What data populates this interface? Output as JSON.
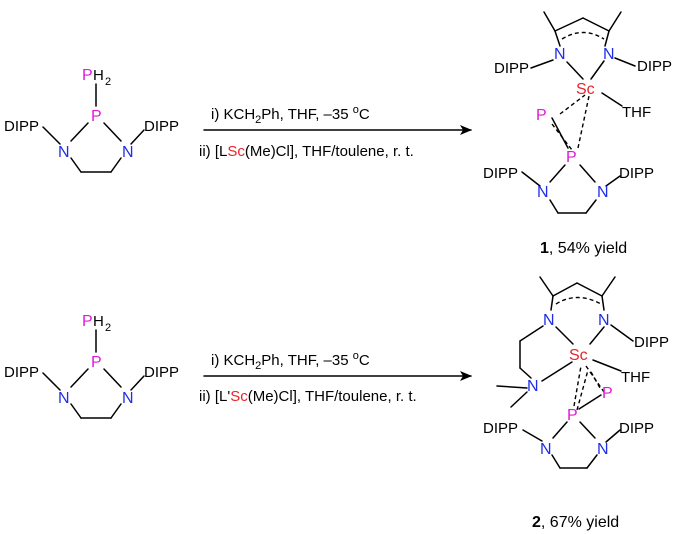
{
  "colors": {
    "nitrogen": "#1e2ee6",
    "phosphorus": "#e01ad8",
    "scandium": "#e8232a"
  },
  "atoms": {
    "N": "N",
    "P": "P",
    "Sc": "Sc",
    "PH2_P": "P",
    "PH2_H": "H",
    "PH2_sub": "2"
  },
  "groups": {
    "dipp": "DIPP",
    "thf": "THF"
  },
  "reaction1": {
    "step1_a": "i) KCH",
    "step1_sub": "2",
    "step1_b": "Ph, THF, –35 ",
    "step1_deg": "o",
    "step1_c": "C",
    "step2_a": "ii) [L",
    "step2_sc": "Sc",
    "step2_b": "(Me)Cl], THF/toulene, r. t.",
    "product_number": "1",
    "product_yield": ", 54% yield"
  },
  "reaction2": {
    "step1_a": "i) KCH",
    "step1_sub": "2",
    "step1_b": "Ph, THF, –35 ",
    "step1_deg": "o",
    "step1_c": "C",
    "step2_a": "ii) [L'",
    "step2_sc": "Sc",
    "step2_b": "(Me)Cl], THF/toulene, r. t.",
    "product_number": "2",
    "product_yield": ", 67% yield"
  }
}
